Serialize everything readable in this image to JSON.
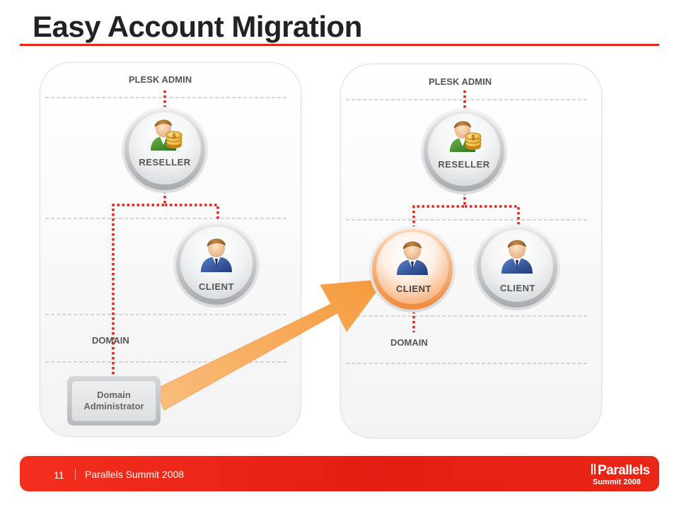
{
  "slide": {
    "title": "Easy Account Migration",
    "page_number": "11",
    "footer_text": "Parallels Summit 2008",
    "logo_text": "Parallels",
    "logo_subtext": "Summit 2008"
  },
  "left_panel": {
    "top_label": "PLESK ADMIN",
    "reseller_label": "RESELLER",
    "client_label": "CLIENT",
    "domain_label": "DOMAIN",
    "domain_admin_line1": "Domain",
    "domain_admin_line2": "Administrator"
  },
  "right_panel": {
    "top_label": "PLESK ADMIN",
    "reseller_label": "RESELLER",
    "client_highlight_label": "CLIENT",
    "client_label": "CLIENT",
    "domain_label": "DOMAIN"
  },
  "colors": {
    "accent_red": "#e1251b",
    "arrow_orange": "#f6a24a",
    "connector_red": "#e1251b",
    "highlight_node": "#f7a866"
  },
  "icons": [
    "reseller-user-with-coins-icon",
    "client-user-icon",
    "migration-arrow-icon",
    "parallels-logo-icon"
  ]
}
